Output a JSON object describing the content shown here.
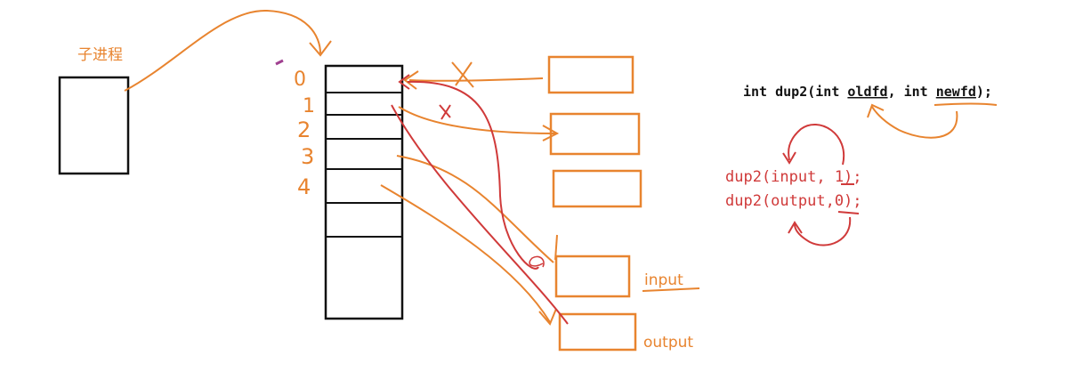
{
  "labels": {
    "child_process": "子进程",
    "input": "input",
    "output": "output"
  },
  "fd_numbers": [
    "0",
    "1",
    "2",
    "3",
    "4"
  ],
  "code": {
    "signature": "int dup2(int oldfd, int newfd);",
    "sig_prefix": "int dup2(int ",
    "sig_oldfd": "oldfd",
    "sig_mid": ", int ",
    "sig_newfd": "newfd",
    "sig_suffix": ");",
    "call1": "dup2(input, 1);",
    "call2": "dup2(output,0);"
  },
  "colors": {
    "ink_black": "#111111",
    "ink_orange": "#e8842f",
    "ink_red": "#d03a3a",
    "code_text": "#111111"
  }
}
